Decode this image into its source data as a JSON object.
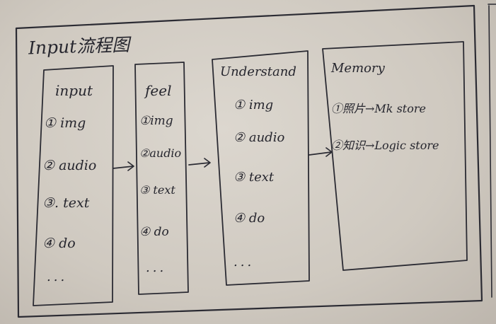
{
  "title": "Input流程图",
  "columns": {
    "input": {
      "title": "input",
      "items": [
        "① img",
        "② audio",
        "③. text",
        "④ do"
      ],
      "ellipsis": "..."
    },
    "feel": {
      "title": "feel",
      "items": [
        "①img",
        "②audio",
        "③ text",
        "④ do"
      ],
      "ellipsis": "..."
    },
    "understand": {
      "title": "Understand",
      "items": [
        "① img",
        "② audio",
        "③ text",
        "④ do"
      ],
      "ellipsis": "..."
    },
    "memory": {
      "title": "Memory",
      "items": [
        "①照片→Mk store",
        "②知识→Logic store"
      ]
    }
  },
  "colors": {
    "ink": "#2b2b33",
    "paper": "#d6d0c8"
  }
}
